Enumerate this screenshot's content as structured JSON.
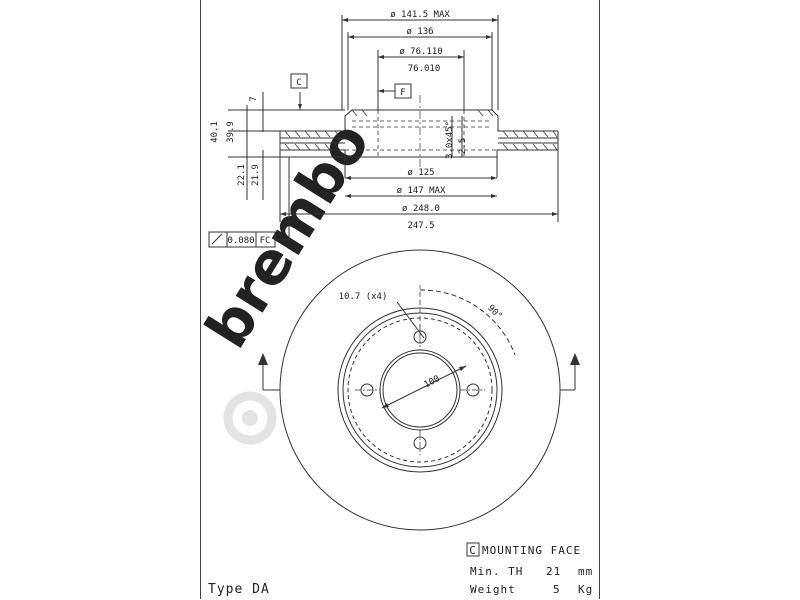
{
  "dimensions": {
    "d_outer_max": "ø 141.5 MAX",
    "d_136": "ø 136",
    "d_bore_upper": "ø 76.110",
    "d_bore_lower": "76.010",
    "d_125": "ø 125",
    "d_147": "ø 147 MAX",
    "d_248": "ø 248.0",
    "d_247": "247.5",
    "h_40": "40.1",
    "h_39": "39.9",
    "h_7": "7",
    "h_22": "22.1",
    "h_21": "21.9",
    "chamfer": "3.0x45°",
    "offset_25": "2.5",
    "holes": "10.7 (x4)",
    "pcd": "100",
    "angle": "90°"
  },
  "datums": {
    "c": "C",
    "f": "F"
  },
  "tolerance": {
    "value": "0.080",
    "ref": "FC"
  },
  "notes": {
    "mounting_letter": "C",
    "mounting_text": "MOUNTING FACE",
    "min_th_label": "Min. TH",
    "min_th_value": "21",
    "min_th_unit": "mm",
    "weight_label": "Weight",
    "weight_value": "5",
    "weight_unit": "Kg"
  },
  "type_label": "Type DA",
  "watermark": "brembo",
  "colors": {
    "line": "#333333",
    "watermark": "#e2e2e2"
  }
}
